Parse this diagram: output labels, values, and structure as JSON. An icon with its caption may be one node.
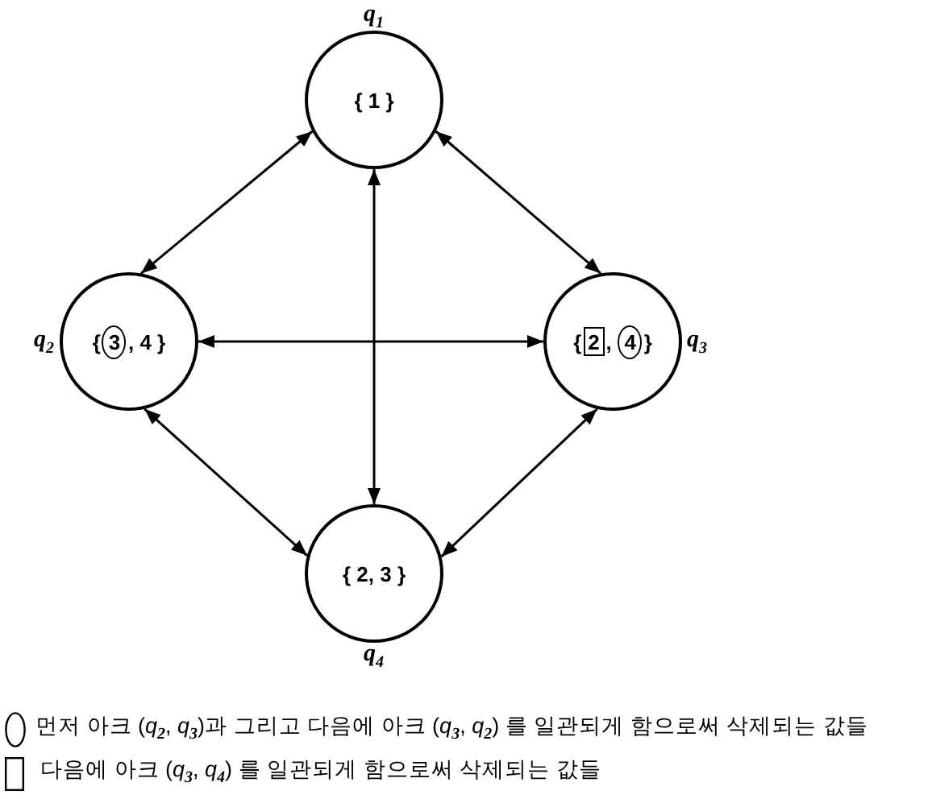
{
  "diagram": {
    "nodes": [
      {
        "text": [
          "{ 1 }"
        ],
        "beside": [
          "q$_{1}$"
        ]
      },
      {
        "text": [
          "{",
          ", 4 }"
        ],
        "beside": [
          "q$_{2}$"
        ]
      },
      {
        "text": [
          "3"
        ],
        "in": 1
      },
      {
        "text": [
          "{",
          ",",
          "}"
        ],
        "beside": [
          "q$_{3}$"
        ]
      },
      {
        "text": [
          "2"
        ],
        "in": 3
      },
      {
        "text": [
          "4"
        ],
        "in": 3
      },
      {
        "text": [
          "{ 2, 3 }"
        ],
        "beside": [
          "q$_{4}$"
        ]
      }
    ],
    "edges": [
      {
        "from": 0,
        "to": 1,
        "arrow": "both"
      },
      {
        "from": 0,
        "to": 3,
        "arrow": "both"
      },
      {
        "from": 0,
        "to": 6,
        "arrow": "both"
      },
      {
        "from": 1,
        "to": 3,
        "arrow": "both"
      },
      {
        "from": 1,
        "to": 6,
        "arrow": "both"
      },
      {
        "from": 3,
        "to": 6,
        "arrow": "both"
      }
    ],
    "legend": [
      {
        "text": "먼저 아크 (*q*$_{2}$, *q*$_{3}$)과 그리고 다음에 아크 (*q*$_{3}$, *q*$_{2}$) 를 일관되게 함으로써 삭제되는 값들"
      },
      {
        "text": "다음에 아크 (*q*$_{3}$, *q*$_{4}$) 를 일관되게 함으로써 삭제되는 값들"
      }
    ]
  }
}
